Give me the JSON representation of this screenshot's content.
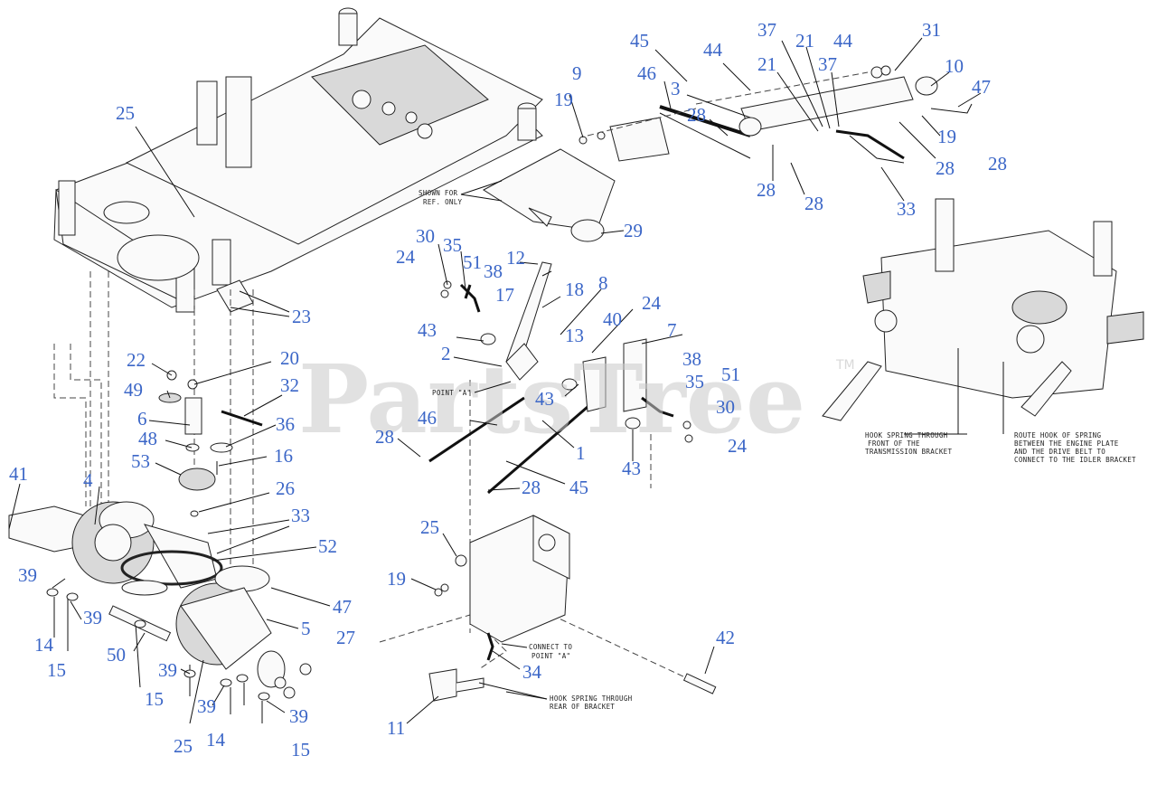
{
  "watermark": {
    "text": "PartsTree",
    "tm": "TM"
  },
  "notes": {
    "shown_for_ref_line1": "SHOWN FOR",
    "shown_for_ref_line2": "REF. ONLY",
    "point_a": "POINT \"A\"",
    "connect_line1": "CONNECT TO",
    "connect_line2": "POINT \"A\"",
    "hook_rear_line1": "HOOK SPRING THROUGH",
    "hook_rear_line2": "REAR OF BRACKET",
    "hook_front_line1": "HOOK SPRING THROUGH",
    "hook_front_line2": "FRONT OF THE",
    "hook_front_line3": "TRANSMISSION BRACKET",
    "route_line1": "ROUTE HOOK OF SPRING",
    "route_line2": "BETWEEN THE ENGINE PLATE",
    "route_line3": "AND THE DRIVE BELT TO",
    "route_line4": "CONNECT TO THE IDLER BRACKET"
  },
  "callouts": {
    "c25a": "25",
    "c23": "23",
    "c22": "22",
    "c20": "20",
    "c49": "49",
    "c32": "32",
    "c6": "6",
    "c36": "36",
    "c48": "48",
    "c16": "16",
    "c53": "53",
    "c26": "26",
    "c41": "41",
    "c4": "4",
    "c33a": "33",
    "c52": "52",
    "c47a": "47",
    "c39a": "39",
    "c39b": "39",
    "c14a": "14",
    "c15a": "15",
    "c50": "50",
    "c39c": "39",
    "c15b": "15",
    "c5": "5",
    "c27": "27",
    "c39d": "39",
    "c14b": "14",
    "c25b": "25",
    "c39e": "39",
    "c15c": "15",
    "c45a": "45",
    "c9": "9",
    "c46a": "46",
    "c19a": "19",
    "c3": "3",
    "c44a": "44",
    "c28a": "28",
    "c37a": "37",
    "c21a": "21",
    "c44b": "44",
    "c31": "31",
    "c10": "10",
    "c21b": "21",
    "c37b": "37",
    "c47b": "47",
    "c19b": "19",
    "c28b": "28",
    "c28c": "28",
    "c28d": "28",
    "c28e": "28",
    "c33b": "33",
    "c29": "29",
    "c30a": "30",
    "c35a": "35",
    "c24a": "24",
    "c51a": "51",
    "c38a": "38",
    "c12": "12",
    "c17": "17",
    "c18": "18",
    "c8": "8",
    "c43a": "43",
    "c2": "2",
    "c13": "13",
    "c40": "40",
    "c24b": "24",
    "c7": "7",
    "c43b": "43",
    "c38b": "38",
    "c35b": "35",
    "c51b": "51",
    "c46b": "46",
    "c28f": "28",
    "c1": "1",
    "c30b": "30",
    "c24c": "24",
    "c43c": "43",
    "c45b": "45",
    "c28g": "28",
    "c25c": "25",
    "c19c": "19",
    "c42": "42",
    "c34": "34",
    "c11": "11"
  }
}
